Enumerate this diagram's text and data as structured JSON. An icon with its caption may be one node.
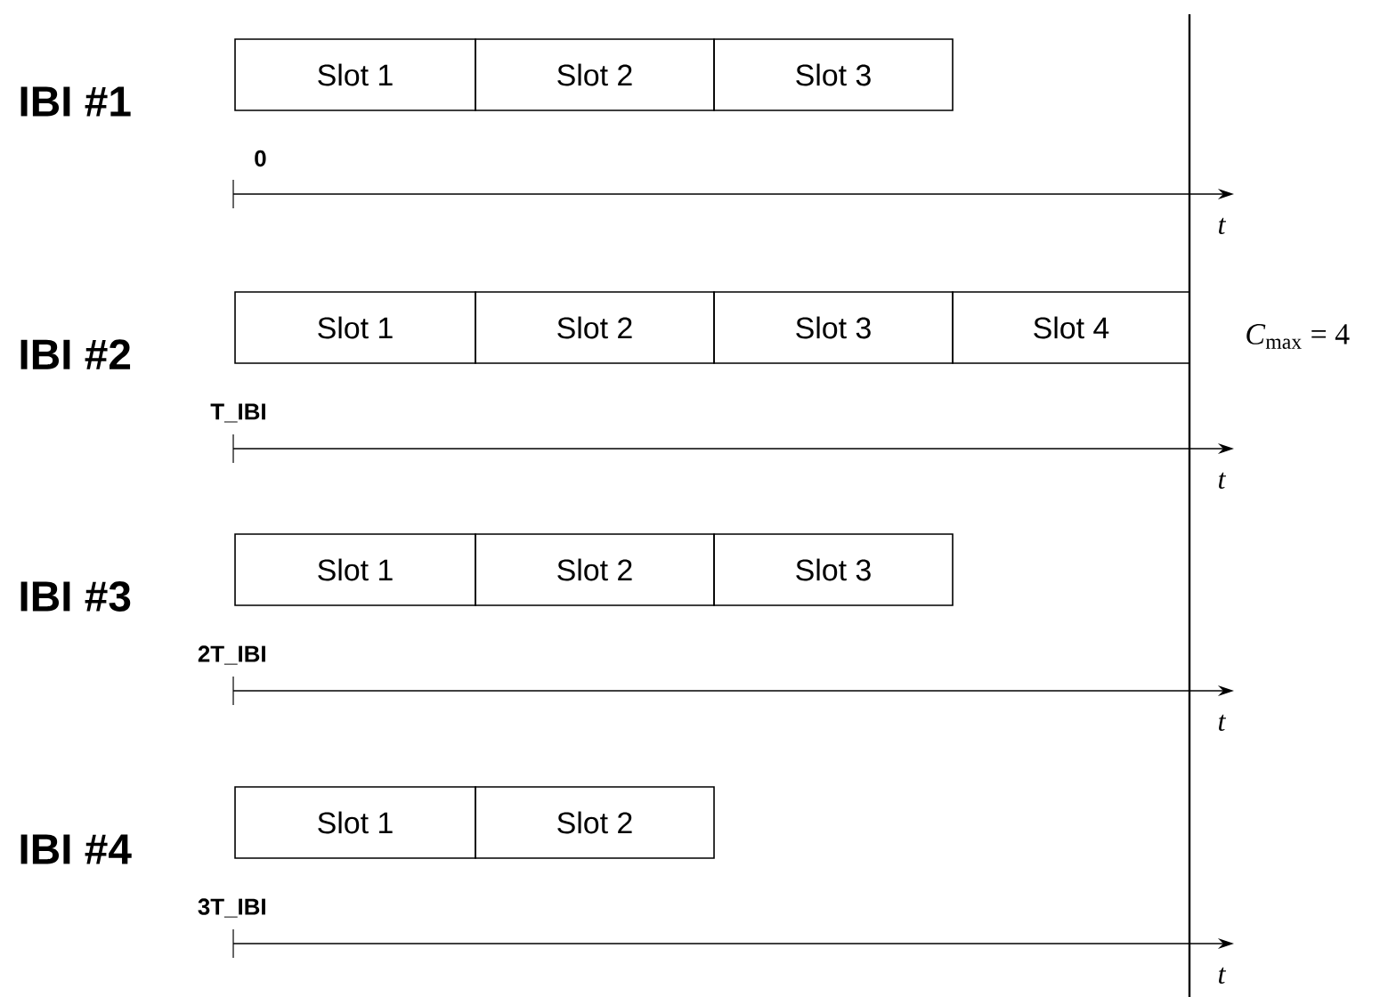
{
  "diagram": {
    "nodes": [
      {
        "text": [
          "Slot 1"
        ]
      },
      {
        "text": [
          "Slot 2"
        ]
      },
      {
        "text": [
          "Slot 3"
        ]
      },
      {
        "text": [
          "Slot 1"
        ]
      },
      {
        "text": [
          "Slot 2"
        ]
      },
      {
        "text": [
          "Slot 3"
        ]
      },
      {
        "text": [
          "Slot 4"
        ]
      },
      {
        "text": [
          "Slot 1"
        ]
      },
      {
        "text": [
          "Slot 2"
        ]
      },
      {
        "text": [
          "Slot 3"
        ]
      },
      {
        "text": [
          "Slot 1"
        ]
      },
      {
        "text": [
          "Slot 2"
        ]
      }
    ],
    "labels": [
      "IBI #1",
      "0",
      "t",
      "IBI #2",
      "*C*$_{max}$ = 4",
      "T_IBI",
      "t",
      "IBI #3",
      "2T_IBI",
      "t",
      "IBI #4",
      "3T_IBI",
      "t"
    ]
  }
}
